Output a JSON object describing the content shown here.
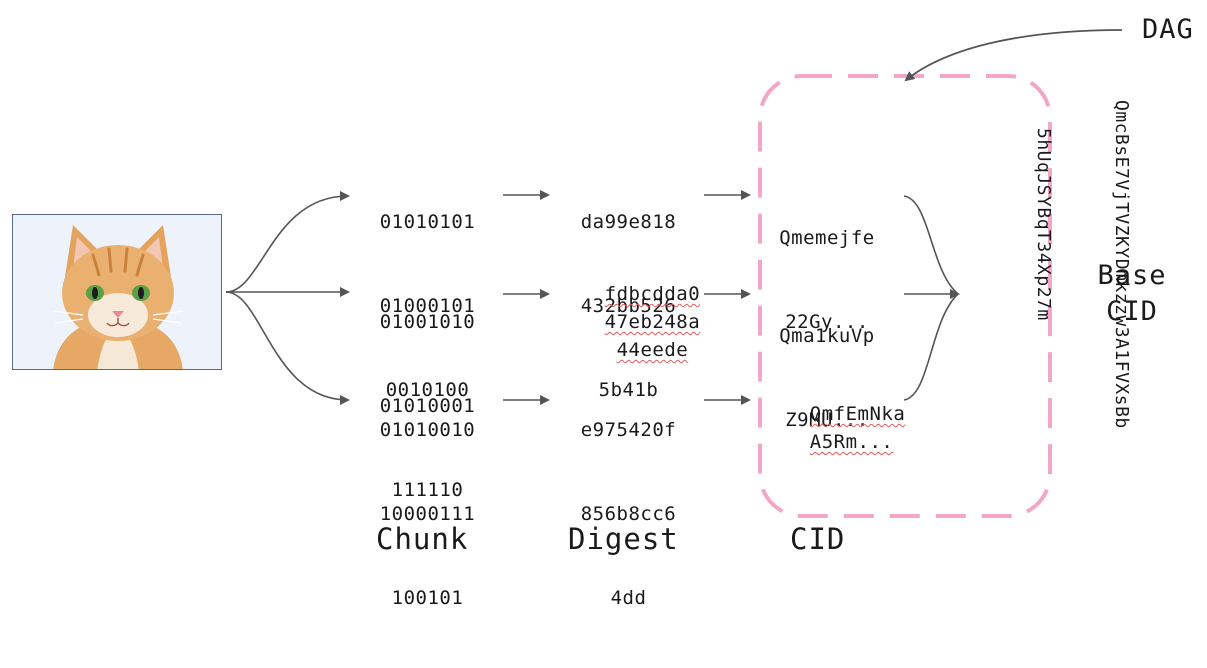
{
  "diagram": {
    "chunks": [
      [
        "01010101",
        "01000101",
        "0010100"
      ],
      [
        "01001010",
        "01010001",
        "111110"
      ],
      [
        "01010010",
        "10000111",
        "100101"
      ]
    ],
    "digests": [
      [
        "da99e818",
        "432bb526",
        "5b41b"
      ],
      [
        "fdbcdda0",
        "47eb248a",
        "44eede"
      ],
      [
        "e975420f",
        "856b8cc6",
        "4dd"
      ]
    ],
    "cids": [
      [
        "Qmemejfe",
        "22Gy..."
      ],
      [
        "Qma1kuVp",
        "Z9MU..."
      ],
      [
        "QmfEmNka",
        "A5Rm..."
      ]
    ],
    "base_cid_value": [
      "QmcBsE7VjTVZKYDmkzzw3A1FVXsBb",
      "5hUqJSYBqT34Xp27m"
    ],
    "labels": {
      "chunk": "Chunk",
      "digest": "Digest",
      "cid": "CID",
      "dag": "DAG",
      "base_line1": "Base",
      "base_line2": "CID"
    },
    "colors": {
      "dag_box": "#f2a6c8",
      "arrow": "#555555",
      "squiggle": "#e05a5a"
    },
    "icons": [
      "cat-photo"
    ]
  }
}
